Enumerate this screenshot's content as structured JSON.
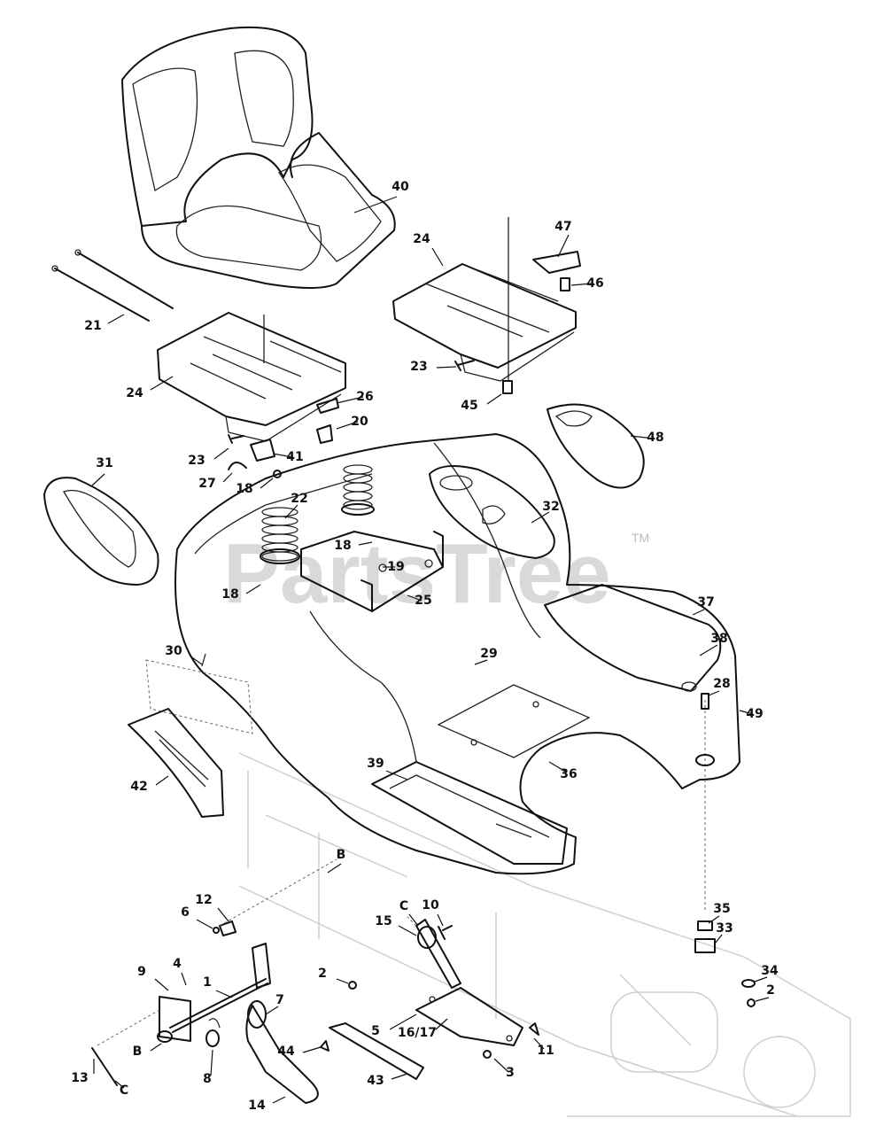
{
  "watermark": {
    "brand": "PartsTree",
    "mark": "TM"
  },
  "callouts": [
    {
      "id": "c40",
      "label": "40"
    },
    {
      "id": "c47",
      "label": "47"
    },
    {
      "id": "c24a",
      "label": "24"
    },
    {
      "id": "c46",
      "label": "46"
    },
    {
      "id": "c21",
      "label": "21"
    },
    {
      "id": "c23a",
      "label": "23"
    },
    {
      "id": "c45",
      "label": "45"
    },
    {
      "id": "c24b",
      "label": "24"
    },
    {
      "id": "c26",
      "label": "26"
    },
    {
      "id": "c20",
      "label": "20"
    },
    {
      "id": "c48",
      "label": "48"
    },
    {
      "id": "c23b",
      "label": "23"
    },
    {
      "id": "c41",
      "label": "41"
    },
    {
      "id": "c27",
      "label": "27"
    },
    {
      "id": "c18a",
      "label": "18"
    },
    {
      "id": "c31",
      "label": "31"
    },
    {
      "id": "c22",
      "label": "22"
    },
    {
      "id": "c32",
      "label": "32"
    },
    {
      "id": "c18b",
      "label": "18"
    },
    {
      "id": "c19",
      "label": "19"
    },
    {
      "id": "c18c",
      "label": "18"
    },
    {
      "id": "c25",
      "label": "25"
    },
    {
      "id": "c37",
      "label": "37"
    },
    {
      "id": "c38",
      "label": "38"
    },
    {
      "id": "c30",
      "label": "30"
    },
    {
      "id": "c29",
      "label": "29"
    },
    {
      "id": "c28",
      "label": "28"
    },
    {
      "id": "c49",
      "label": "49"
    },
    {
      "id": "c36",
      "label": "36"
    },
    {
      "id": "c39",
      "label": "39"
    },
    {
      "id": "c42",
      "label": "42"
    },
    {
      "id": "cB1",
      "label": "B"
    },
    {
      "id": "c12",
      "label": "12"
    },
    {
      "id": "c6",
      "label": "6"
    },
    {
      "id": "cC1",
      "label": "C"
    },
    {
      "id": "c10",
      "label": "10"
    },
    {
      "id": "c15",
      "label": "15"
    },
    {
      "id": "c35",
      "label": "35"
    },
    {
      "id": "c33",
      "label": "33"
    },
    {
      "id": "c9",
      "label": "9"
    },
    {
      "id": "c4",
      "label": "4"
    },
    {
      "id": "c1",
      "label": "1"
    },
    {
      "id": "c7",
      "label": "7"
    },
    {
      "id": "c2a",
      "label": "2"
    },
    {
      "id": "c34",
      "label": "34"
    },
    {
      "id": "c2b",
      "label": "2"
    },
    {
      "id": "c5",
      "label": "5"
    },
    {
      "id": "c1617",
      "label": "16/17"
    },
    {
      "id": "c11",
      "label": "11"
    },
    {
      "id": "cB2",
      "label": "B"
    },
    {
      "id": "c44",
      "label": "44"
    },
    {
      "id": "c8",
      "label": "8"
    },
    {
      "id": "c3",
      "label": "3"
    },
    {
      "id": "c13",
      "label": "13"
    },
    {
      "id": "c43",
      "label": "43"
    },
    {
      "id": "cC2",
      "label": "C"
    },
    {
      "id": "c14",
      "label": "14"
    }
  ]
}
